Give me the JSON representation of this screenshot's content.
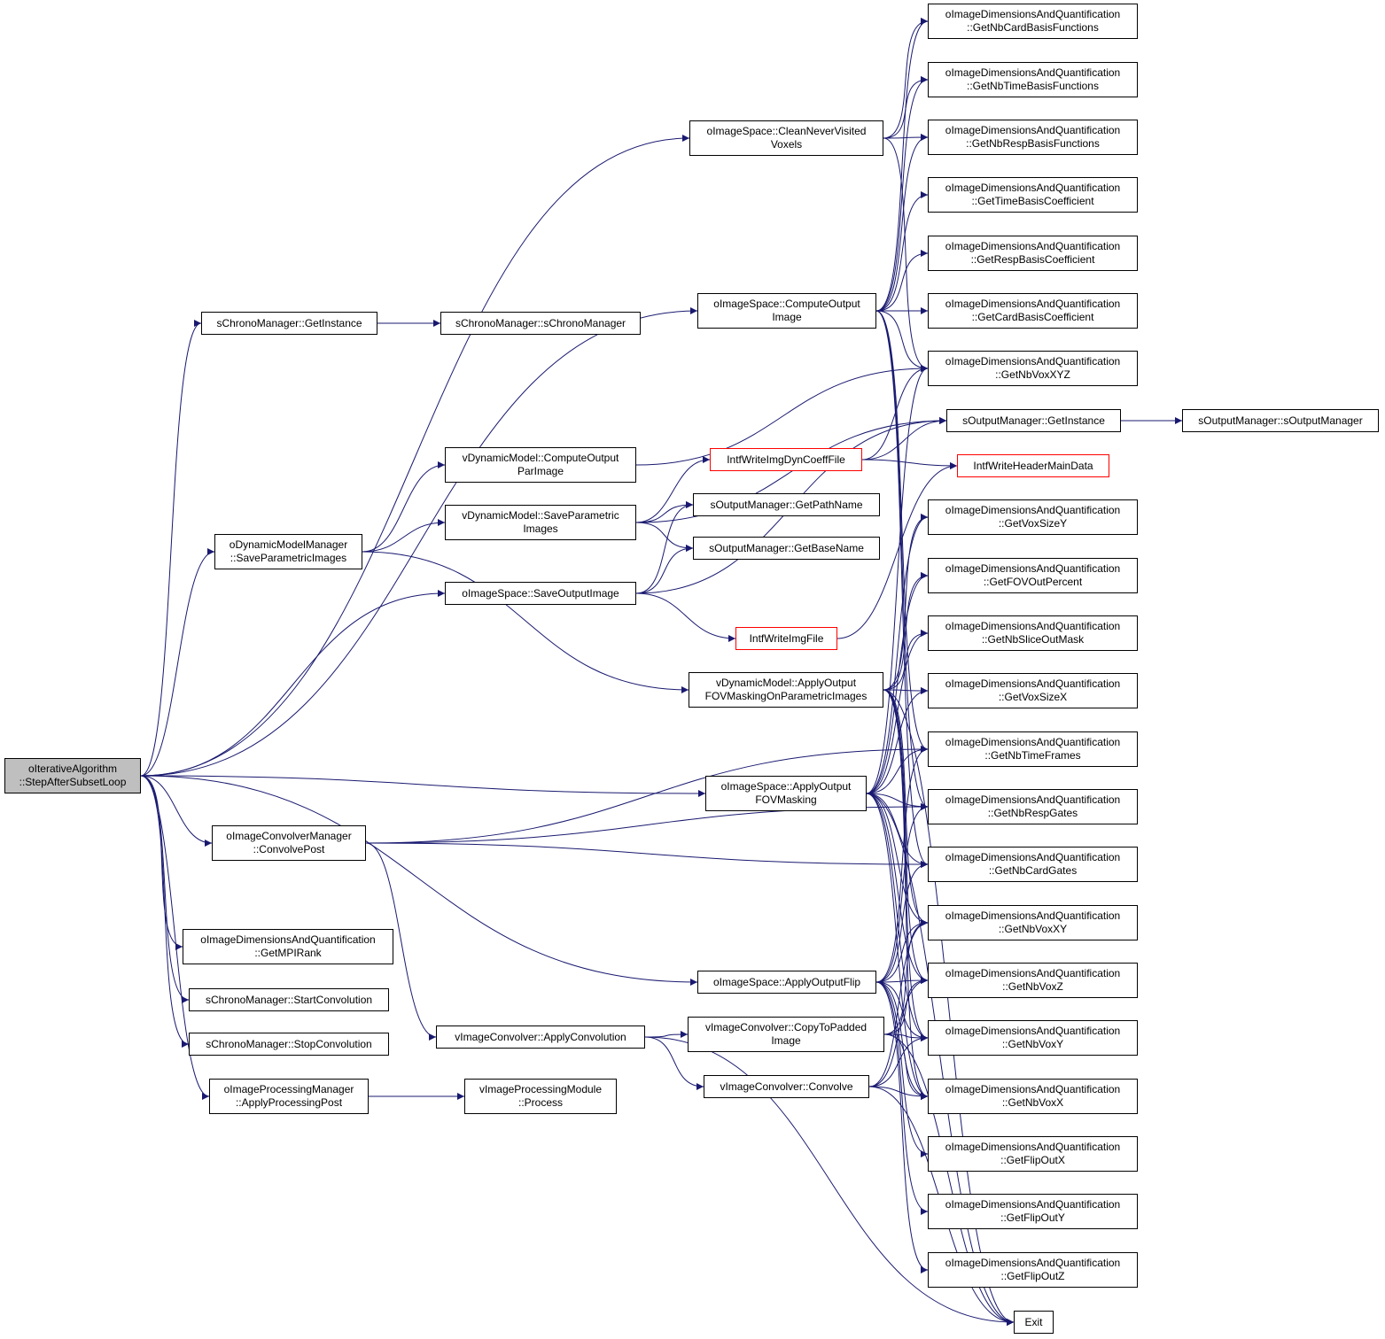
{
  "colors": {
    "edge": "#191970",
    "node_border": "#000000",
    "truncated_border": "#ff0000",
    "root_fill": "#bfbfbf"
  },
  "nodes": {
    "root": [
      "oIterativeAlgorithm",
      "::StepAfterSubsetLoop"
    ],
    "chrono_getinstance": [
      "sChronoManager::GetInstance"
    ],
    "chrono_ctor": [
      "sChronoManager::sChronoManager"
    ],
    "dmm_save": [
      "oDynamicModelManager",
      "::SaveParametricImages"
    ],
    "dm_compute_par": [
      "vDynamicModel::ComputeOutput",
      "ParImage"
    ],
    "dm_save_par": [
      "vDynamicModel::SaveParametric",
      "Images"
    ],
    "is_save_output": [
      "oImageSpace::SaveOutputImage"
    ],
    "dm_apply_mask": [
      "vDynamicModel::ApplyOutput",
      "FOVMaskingOnParametricImages"
    ],
    "is_clean": [
      "oImageSpace::CleanNeverVisited",
      "Voxels"
    ],
    "is_compute_output": [
      "oImageSpace::ComputeOutput",
      "Image"
    ],
    "write_dyn": [
      "IntfWriteImgDynCoeffFile"
    ],
    "write_img": [
      "IntfWriteImgFile"
    ],
    "om_getpath": [
      "sOutputManager::GetPathName"
    ],
    "om_getbase": [
      "sOutputManager::GetBaseName"
    ],
    "om_getinstance": [
      "sOutputManager::GetInstance"
    ],
    "om_ctor": [
      "sOutputManager::sOutputManager"
    ],
    "write_header": [
      "IntfWriteHeaderMainData"
    ],
    "icm_convolve": [
      "oImageConvolverManager",
      "::ConvolvePost"
    ],
    "is_apply_mask": [
      "oImageSpace::ApplyOutput",
      "FOVMasking"
    ],
    "is_apply_flip": [
      "oImageSpace::ApplyOutputFlip"
    ],
    "idq_mpirank": [
      "oImageDimensionsAndQuantification",
      "::GetMPIRank"
    ],
    "chrono_start": [
      "sChronoManager::StartConvolution"
    ],
    "chrono_stop": [
      "sChronoManager::StopConvolution"
    ],
    "ipm_apply": [
      "oImageProcessingManager",
      "::ApplyProcessingPost"
    ],
    "ipmod_process": [
      "vImageProcessingModule",
      "::Process"
    ],
    "ic_apply": [
      "vImageConvolver::ApplyConvolution"
    ],
    "ic_copy": [
      "vImageConvolver::CopyToPadded",
      "Image"
    ],
    "ic_convolve": [
      "vImageConvolver::Convolve"
    ],
    "exit": [
      "Exit"
    ],
    "idq_card_basis": [
      "oImageDimensionsAndQuantification",
      "::GetNbCardBasisFunctions"
    ],
    "idq_time_basis": [
      "oImageDimensionsAndQuantification",
      "::GetNbTimeBasisFunctions"
    ],
    "idq_resp_basis": [
      "oImageDimensionsAndQuantification",
      "::GetNbRespBasisFunctions"
    ],
    "idq_time_coeff": [
      "oImageDimensionsAndQuantification",
      "::GetTimeBasisCoefficient"
    ],
    "idq_resp_coeff": [
      "oImageDimensionsAndQuantification",
      "::GetRespBasisCoefficient"
    ],
    "idq_card_coeff": [
      "oImageDimensionsAndQuantification",
      "::GetCardBasisCoefficient"
    ],
    "idq_voxxyz": [
      "oImageDimensionsAndQuantification",
      "::GetNbVoxXYZ"
    ],
    "idq_voxsizey": [
      "oImageDimensionsAndQuantification",
      "::GetVoxSizeY"
    ],
    "idq_fov": [
      "oImageDimensionsAndQuantification",
      "::GetFOVOutPercent"
    ],
    "idq_slice": [
      "oImageDimensionsAndQuantification",
      "::GetNbSliceOutMask"
    ],
    "idq_voxsizex": [
      "oImageDimensionsAndQuantification",
      "::GetVoxSizeX"
    ],
    "idq_timeframes": [
      "oImageDimensionsAndQuantification",
      "::GetNbTimeFrames"
    ],
    "idq_respgates": [
      "oImageDimensionsAndQuantification",
      "::GetNbRespGates"
    ],
    "idq_cardgates": [
      "oImageDimensionsAndQuantification",
      "::GetNbCardGates"
    ],
    "idq_voxxy": [
      "oImageDimensionsAndQuantification",
      "::GetNbVoxXY"
    ],
    "idq_voxz": [
      "oImageDimensionsAndQuantification",
      "::GetNbVoxZ"
    ],
    "idq_voxy": [
      "oImageDimensionsAndQuantification",
      "::GetNbVoxY"
    ],
    "idq_voxx": [
      "oImageDimensionsAndQuantification",
      "::GetNbVoxX"
    ],
    "idq_flipx": [
      "oImageDimensionsAndQuantification",
      "::GetFlipOutX"
    ],
    "idq_flipy": [
      "oImageDimensionsAndQuantification",
      "::GetFlipOutY"
    ],
    "idq_flipz": [
      "oImageDimensionsAndQuantification",
      "::GetFlipOutZ"
    ]
  }
}
